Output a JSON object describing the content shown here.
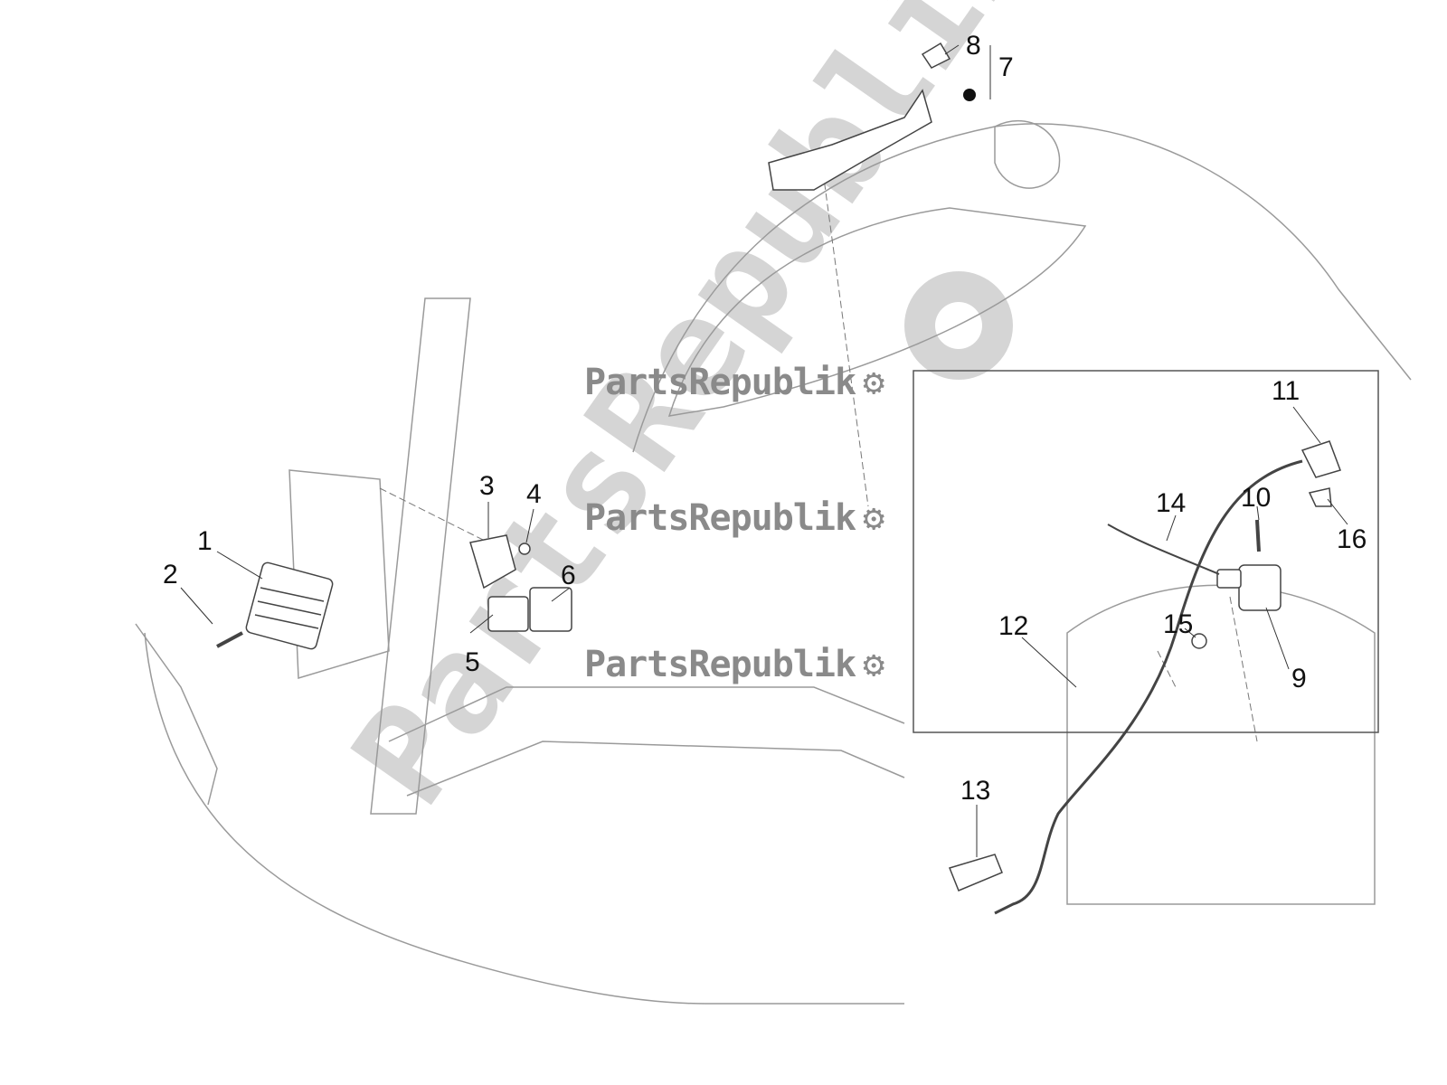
{
  "watermark": {
    "brand": "PartsRepublik",
    "rows": [
      "PartsRepublik",
      "PartsRepublik",
      "PartsRepublik"
    ],
    "large_diagonal": "PartsRepublik"
  },
  "callouts": [
    "1",
    "2",
    "3",
    "4",
    "5",
    "6",
    "7",
    "8",
    "9",
    "10",
    "11",
    "12",
    "13",
    "14",
    "15",
    "16"
  ],
  "icons": {
    "watermark_gear": "gear-icon",
    "bullet": "filled-dot"
  },
  "colors": {
    "line": "#777777",
    "part": "#555555",
    "watermark": "#8a8a8a",
    "background": "#ffffff"
  }
}
